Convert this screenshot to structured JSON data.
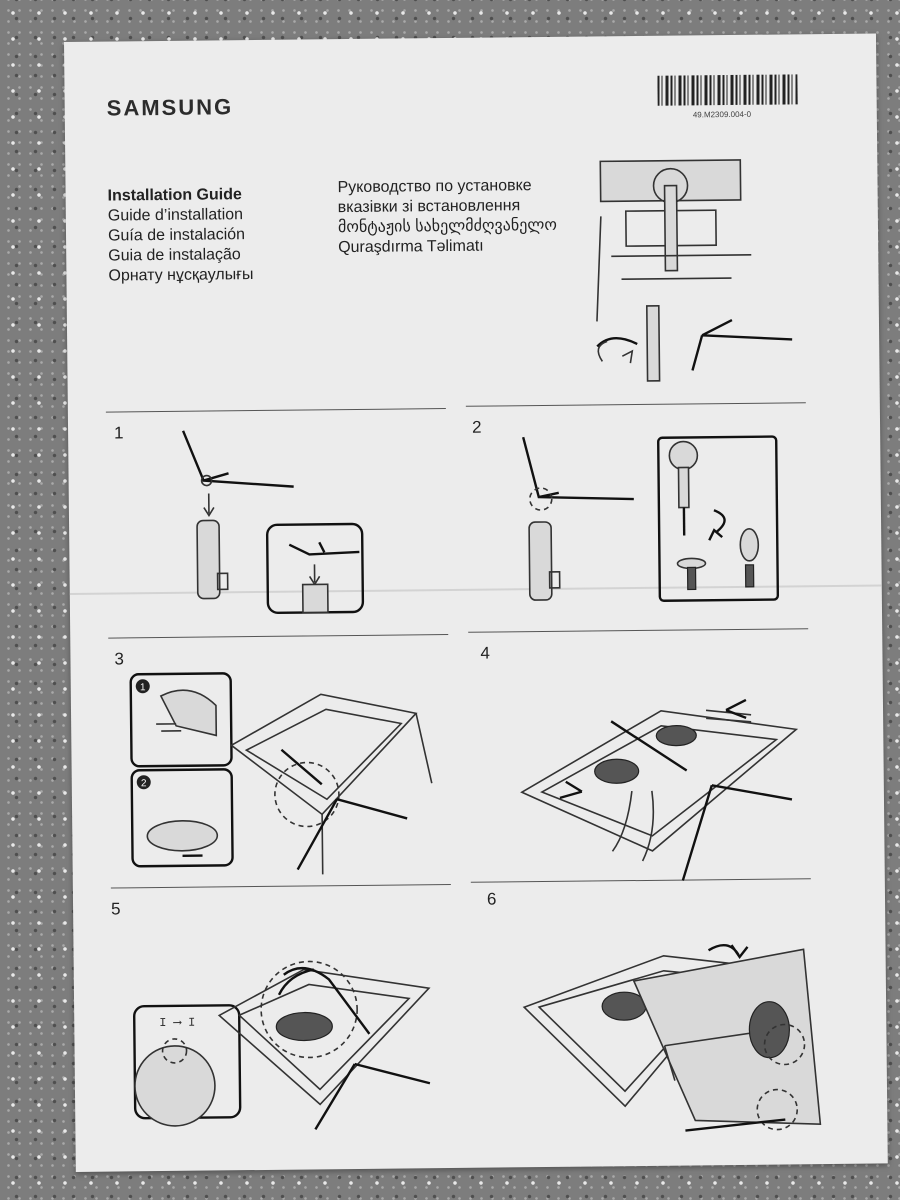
{
  "brand": "SAMSUNG",
  "barcode_text": "49.M2309.004-0",
  "titles_left": [
    "Installation Guide",
    "Guide d’installation",
    "Guía de instalación",
    "Guia de instalação",
    "Орнату нұсқаулығы"
  ],
  "titles_right": [
    "Руководство по установке",
    "вказівки зі встановлення",
    "მონტაჟის სახელმძღვანელო",
    "Quraşdırma Təlimatı"
  ],
  "steps": [
    "1",
    "2",
    "3",
    "4",
    "5",
    "6"
  ],
  "inset_badges": [
    "1",
    "2"
  ],
  "colors": {
    "paper": "#ececec",
    "ink": "#2c2c2c",
    "background": "#7d7d7d"
  },
  "icons": [
    "monitor-back-illustration",
    "stand-neck-illustration",
    "stand-base-illustration",
    "screwdriver-icon",
    "screw-icon",
    "rotate-arrow-icon",
    "push-arrow-icon",
    "magnified-callout"
  ]
}
